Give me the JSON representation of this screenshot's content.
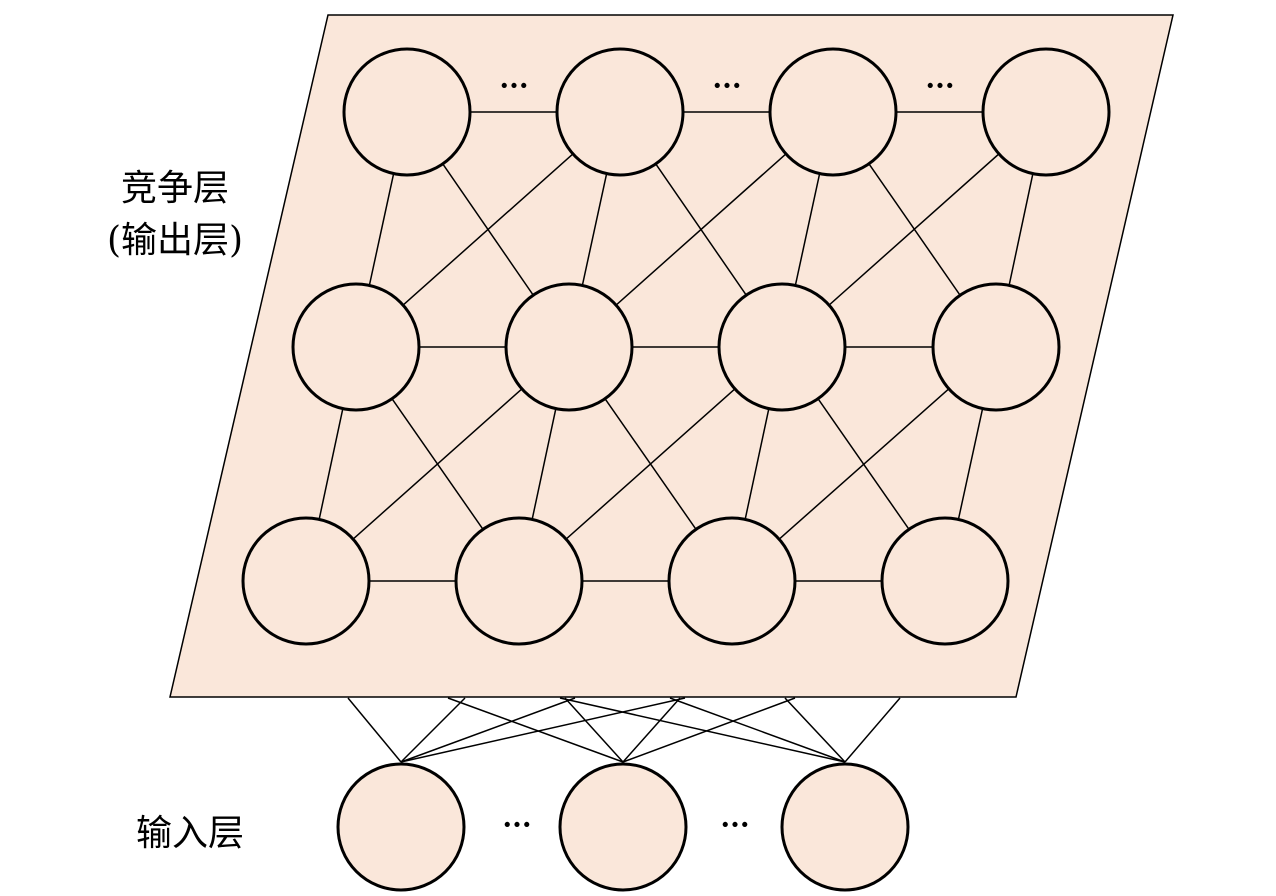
{
  "labels": {
    "competitive_layer_line1": "竞争层",
    "competitive_layer_line2": "(输出层)",
    "input_layer": "输入层"
  },
  "ellipsis": "···",
  "colors": {
    "neuron_fill": "#fae7da",
    "plane_fill": "#fae7da",
    "stroke": "#000000"
  }
}
